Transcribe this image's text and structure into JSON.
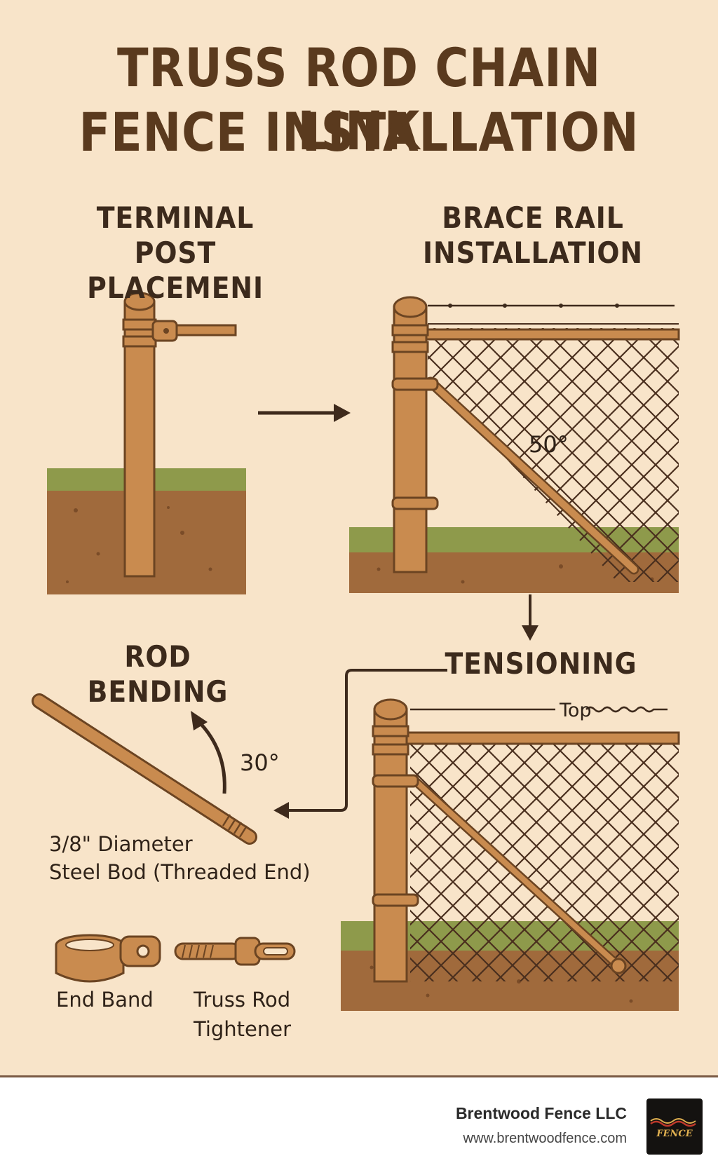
{
  "title": {
    "line1": "TRUSS ROD CHAIN LINK",
    "line2": "FENCE INSTALLATION"
  },
  "steps": {
    "terminal": {
      "line1": "TERMINAL",
      "line2": "POST PLACEMENI"
    },
    "brace": {
      "line1": "BRACE RAIL",
      "line2": "INSTALLATION",
      "angle": "50°"
    },
    "bending": {
      "heading": "ROD BENDING",
      "angle": "30°"
    },
    "tensioning": {
      "heading": "TENSIONING",
      "top_label": "Top"
    }
  },
  "rod_caption": {
    "line1": "3/8\" Diameter",
    "line2": "Steel Bod (Threaded End)"
  },
  "parts": {
    "end_band": "End Band",
    "tightener_line1": "Truss Rod",
    "tightener_line2": "Tightener"
  },
  "footer": {
    "company": "Brentwood Fence LLC",
    "url": "www.brentwoodfence.com",
    "logo_text": "FENCE"
  },
  "colors": {
    "background": "#f8e4c9",
    "title": "#5a3a1e",
    "post": "#c98b4f",
    "outline": "#6b4422",
    "grass": "#8e9a4b",
    "soil": "#a06a3c",
    "mesh": "#4a2f1e"
  }
}
